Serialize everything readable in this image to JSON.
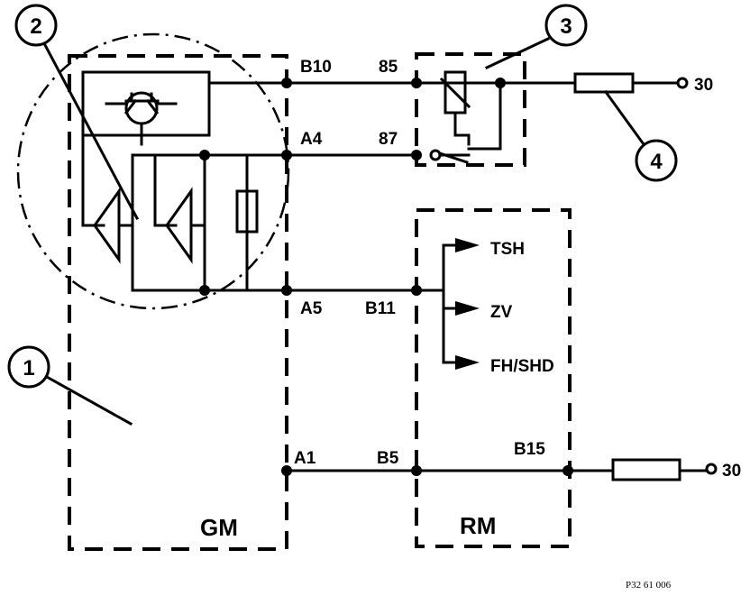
{
  "diagram": {
    "callouts": [
      "1",
      "2",
      "3",
      "4"
    ],
    "modules": {
      "gm": "GM",
      "rm": "RM"
    },
    "pins": {
      "b10": "B10",
      "a4": "A4",
      "a5": "A5",
      "a1": "A1",
      "p85": "85",
      "p87": "87",
      "b11": "B11",
      "b5": "B5",
      "b15": "B15"
    },
    "outputs": [
      "TSH",
      "ZV",
      "FH/SHD"
    ],
    "terminals": {
      "top": "30",
      "bottom": "30"
    },
    "reference": "P32 61 006"
  }
}
